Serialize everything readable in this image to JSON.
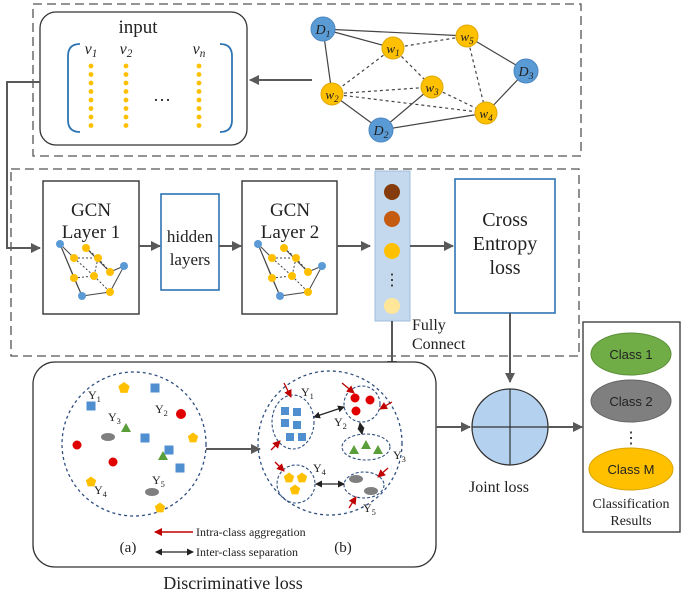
{
  "input": {
    "title": "input",
    "vectors": [
      "v1",
      "v2",
      "vn"
    ],
    "ellipsis": "…"
  },
  "graph": {
    "doc_nodes": [
      "D1",
      "D2",
      "D3"
    ],
    "word_nodes": [
      "w1",
      "w2",
      "w3",
      "w4",
      "w5"
    ]
  },
  "pipeline": {
    "gcn1": [
      "GCN",
      "Layer 1"
    ],
    "hidden": [
      "hidden",
      "layers"
    ],
    "gcn2": [
      "GCN",
      "Layer 2"
    ],
    "fully_connect": [
      "Fully",
      "Connect"
    ],
    "fc_ellipsis": "⋮",
    "cross_entropy": [
      "Cross",
      "Entropy",
      "loss"
    ]
  },
  "discriminative": {
    "title": "Discriminative loss",
    "panel_a": "(a)",
    "panel_b": "(b)",
    "class_labels": [
      "Y1",
      "Y2",
      "Y3",
      "Y4",
      "Y5"
    ],
    "legend_intra": "Intra-class aggregation",
    "legend_inter": "Inter-class separation"
  },
  "joint_loss": "Joint loss",
  "results": {
    "classes": [
      "Class 1",
      "Class 2",
      "Class M"
    ],
    "ellipsis": "⋮",
    "caption": [
      "Classification",
      "Results"
    ]
  },
  "colors": {
    "doc_node": "#5b9bd5",
    "word_node": "#ffc000",
    "box_border": "#2e75b6",
    "arrow": "#595959",
    "fc_bar": "#c5d9ee",
    "joint": "#b4d1ef",
    "class1": "#70ad47",
    "class2": "#7f7f7f",
    "classM": "#ffc000",
    "red": "#e00000",
    "green": "#5a9e3a",
    "square": "#4f8fd0",
    "dark_arrow": "#c00000"
  }
}
